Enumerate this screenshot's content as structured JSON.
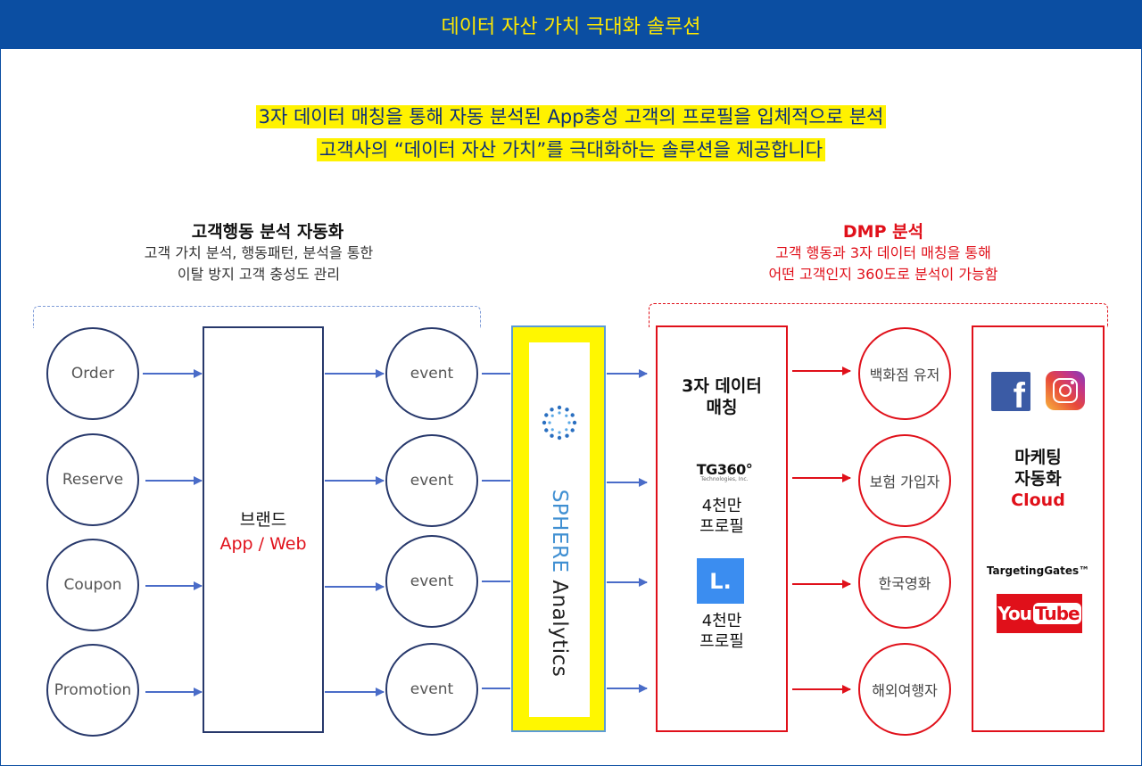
{
  "page": {
    "title": "데이터 자산 가치 극대화 솔루션",
    "headline_line1": "3자 데이터 매칭을 통해 자동 분석된 App충성 고객의 프로필을 입체적으로 분석",
    "headline_line2": "고객사의 “데이터 자산 가치”를 극대화하는 솔루션을 제공합니다"
  },
  "left_section": {
    "title": "고객행동 분석 자동화",
    "desc_line1": "고객 가치 분석, 행동패턴, 분석을 통한",
    "desc_line2": "이탈 방지 고객 충성도 관리"
  },
  "right_section": {
    "title": "DMP 분석",
    "desc_line1": "고객 행동과 3자 데이터 매칭을 통해",
    "desc_line2": "어떤 고객인지 360도로 분석이 가능함"
  },
  "inputs": [
    "Order",
    "Reserve",
    "Coupon",
    "Promotion"
  ],
  "brand": {
    "main": "브랜드",
    "sub": "App / Web"
  },
  "events": [
    "event",
    "event",
    "event",
    "event"
  ],
  "sphere": {
    "part1": "SPHERE",
    "part2": "Analytics"
  },
  "dmp": {
    "title_line1": "3자 데이터",
    "title_line2": "매칭",
    "tg_logo": "TG360°",
    "tg_sub": "Technologies, Inc.",
    "l_logo": "L.",
    "count1_line1": "4천만",
    "count1_line2": "프로필",
    "count2_line1": "4천만",
    "count2_line2": "프로필"
  },
  "segments": [
    "백화점 유저",
    "보험 가입자",
    "한국영화",
    "해외여행자"
  ],
  "marketing": {
    "line1": "마케팅",
    "line2": "자동화",
    "line3": "Cloud",
    "targeting_gates": "TargetingGates™",
    "youtube_you": "You",
    "youtube_tube": "Tube",
    "facebook_icon": "facebook-icon",
    "instagram_icon": "instagram-icon"
  },
  "colors": {
    "header_blue": "#0b4ea2",
    "header_text": "#ffe800",
    "highlight": "#fff200",
    "accent_red": "#e0101a",
    "dark_navy": "#27386b",
    "arrow_blue": "#4a6cc8",
    "sphere_blue": "#3f8fd2"
  }
}
